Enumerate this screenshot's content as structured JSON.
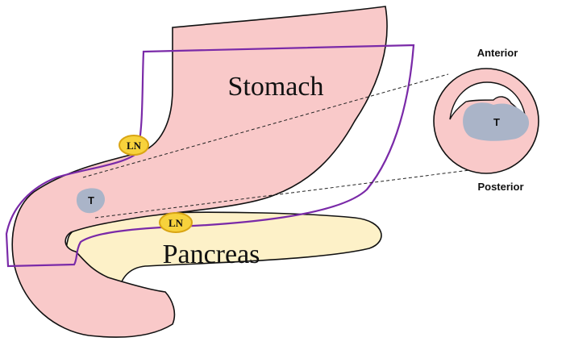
{
  "labels": {
    "stomach": "Stomach",
    "pancreas": "Pancreas",
    "lymph_node": "LN",
    "tumor": "T",
    "anterior": "Anterior",
    "posterior": "Posterior"
  },
  "colors": {
    "stomach_fill": "#f9c9c9",
    "pancreas_fill": "#fdf1c8",
    "tumor_fill": "#aab4c8",
    "lymph_node_fill": "#f7d23c",
    "lymph_node_stroke": "#d9a514",
    "outline_purple": "#7a2aa8",
    "outline_black": "#111111"
  }
}
